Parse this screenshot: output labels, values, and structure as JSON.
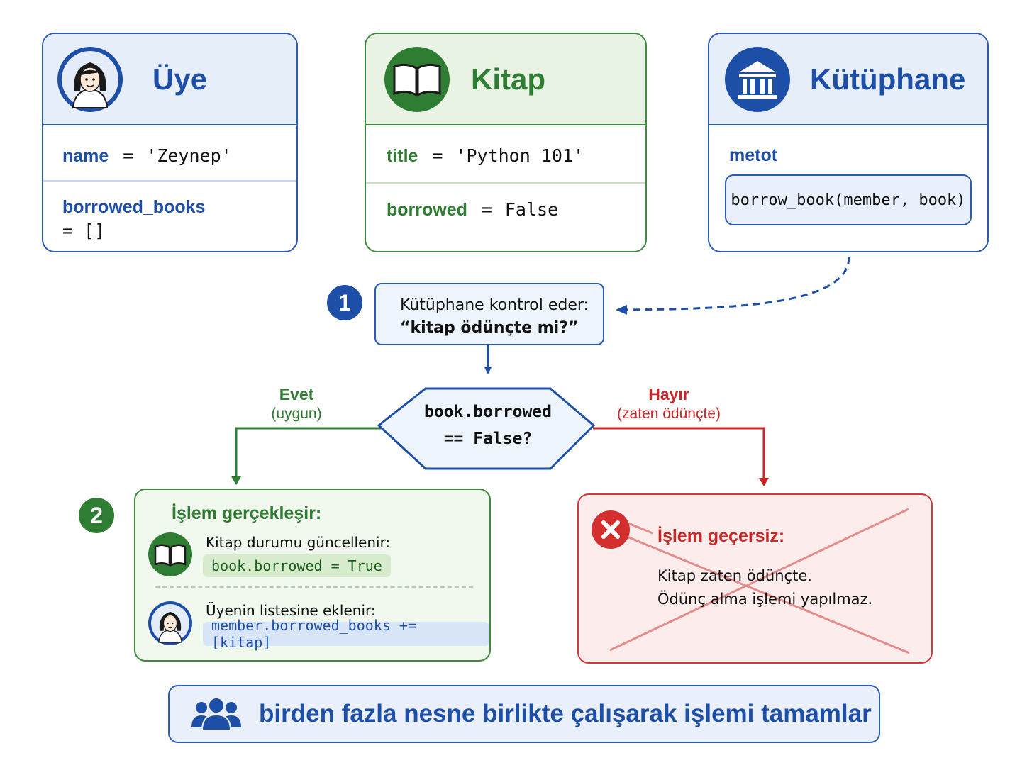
{
  "colors": {
    "blue": "#1d4ea8",
    "green": "#2e7d32",
    "red": "#d23a3a"
  },
  "cards": {
    "member": {
      "icon": "woman-avatar-icon",
      "title": "Üye",
      "attr1_key": "name",
      "attr1_eq": "=",
      "attr1_value": "'Zeynep'",
      "attr2_key": "borrowed_books",
      "attr2_value": "= []"
    },
    "book": {
      "icon": "open-book-icon",
      "title": "Kitap",
      "attr1_key": "title",
      "attr1_eq": "=",
      "attr1_value": "'Python 101'",
      "attr2_key": "borrowed",
      "attr2_eq": "=",
      "attr2_value": "False"
    },
    "library": {
      "icon": "library-building-icon",
      "title": "Kütüphane",
      "method_label": "metot",
      "method_signature": "borrow_book(member, book)"
    }
  },
  "step1": {
    "number": "1",
    "line1": "Kütüphane kontrol eder:",
    "line2": "“kitap ödünçte mi?”"
  },
  "decision": {
    "line1": "book.borrowed",
    "line2": "== False?"
  },
  "branches": {
    "yes": {
      "title": "Evet",
      "subtitle": "(uygun)"
    },
    "no": {
      "title": "Hayır",
      "subtitle": "(zaten ödünçte)"
    }
  },
  "step2": {
    "number": "2",
    "title": "İşlem gerçekleşir:",
    "item1_text": "Kitap durumu güncellenir:",
    "item1_code": "book.borrowed = True",
    "item2_text": "Üyenin listesine eklenir:",
    "item2_code": "member.borrowed_books += [kitap]"
  },
  "failure": {
    "icon": "error-x-icon",
    "title": "İşlem geçersiz:",
    "line1": "Kitap zaten ödünçte.",
    "line2": "Ödünç alma işlemi yapılmaz."
  },
  "footer": {
    "icon": "people-group-icon",
    "text": "birden fazla nesne birlikte çalışarak işlemi tamamlar"
  }
}
